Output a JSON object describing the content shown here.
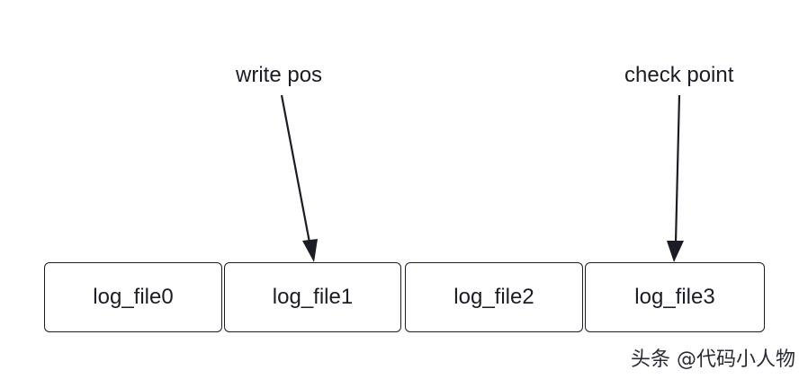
{
  "diagram": {
    "pointers": [
      {
        "label": "write pos",
        "target": "log_file1"
      },
      {
        "label": "check point",
        "target": "log_file3"
      }
    ],
    "log_files": [
      "log_file0",
      "log_file1",
      "log_file2",
      "log_file3"
    ],
    "colors": {
      "stroke": "#1c1d24",
      "background": "#ffffff"
    }
  },
  "watermark": "头条 @代码小人物"
}
